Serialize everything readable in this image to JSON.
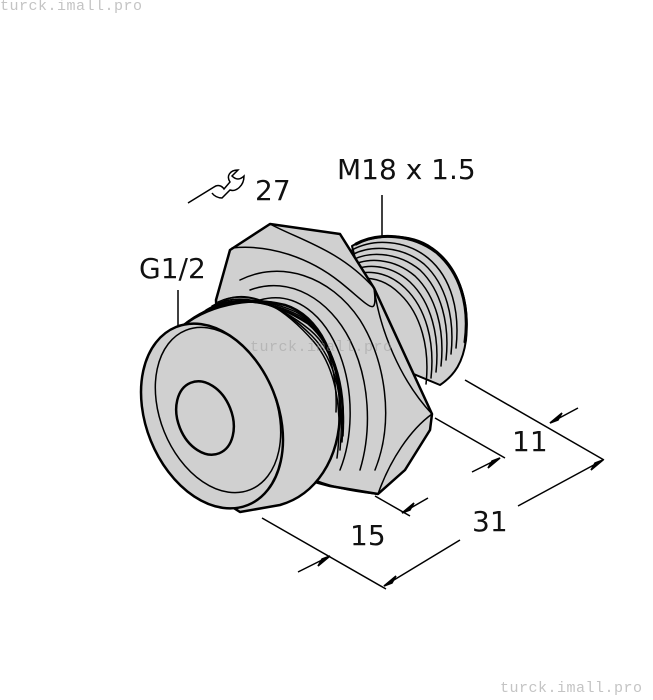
{
  "watermark": {
    "top_left": "turck.imall.pro",
    "center": "turck.imall.pro",
    "bottom_right": "turck.imall.pro"
  },
  "drawing": {
    "subject": "threaded adapter G1/2 to M18 x 1.5",
    "fill_color": "#d0d0d0",
    "line_color": "#000000",
    "labels": {
      "thread_right": "M18 x 1.5",
      "wrench_size": "27",
      "thread_left": "G1/2"
    },
    "dimensions": {
      "left_thread_length": "15",
      "right_thread_length": "11",
      "overall_length": "31"
    },
    "icons": {
      "wrench": "wrench-icon"
    }
  }
}
